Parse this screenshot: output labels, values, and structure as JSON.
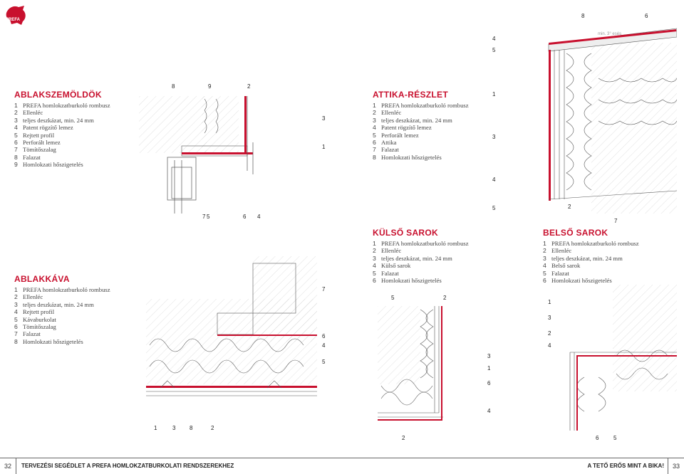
{
  "brand": {
    "logo_text": "PREFA",
    "color": "#c8102e"
  },
  "sections": {
    "ablakszemoldok": {
      "title": "ABLAKSZEMÖLDÖK",
      "items": [
        {
          "n": "1",
          "text": "PREFA homlokzatburkoló rombusz"
        },
        {
          "n": "2",
          "text": "Ellenléc"
        },
        {
          "n": "3",
          "text": "teljes deszkázat, min. 24 mm"
        },
        {
          "n": "4",
          "text": "Patent rögzítő lemez"
        },
        {
          "n": "5",
          "text": "Rejtett profil"
        },
        {
          "n": "6",
          "text": "Perforált lemez"
        },
        {
          "n": "7",
          "text": "Tömítőszalag"
        },
        {
          "n": "8",
          "text": "Falazat"
        },
        {
          "n": "9",
          "text": "Homlokzati hőszigetelés"
        }
      ],
      "callouts": [
        "8",
        "9",
        "2",
        "3",
        "1",
        "7",
        "5",
        "6",
        "4"
      ]
    },
    "attika": {
      "title": "ATTIKA-RÉSZLET",
      "items": [
        {
          "n": "1",
          "text": "PREFA homlokzatburkoló rombusz"
        },
        {
          "n": "2",
          "text": "Ellenléc"
        },
        {
          "n": "3",
          "text": "teljes deszkázat, min. 24 mm"
        },
        {
          "n": "4",
          "text": "Patent rögzítő lemez"
        },
        {
          "n": "5",
          "text": "Perforált lemez"
        },
        {
          "n": "6",
          "text": "Attika"
        },
        {
          "n": "7",
          "text": "Falazat"
        },
        {
          "n": "8",
          "text": "Homlokzati hőszigetelés"
        }
      ],
      "slope_note": "min. 3° esés",
      "callouts": [
        "8",
        "6",
        "4",
        "5",
        "1",
        "3",
        "4",
        "5",
        "2",
        "7"
      ]
    },
    "ablakkava": {
      "title": "ABLAKKÁVA",
      "items": [
        {
          "n": "1",
          "text": "PREFA homlokzatburkoló rombusz"
        },
        {
          "n": "2",
          "text": "Ellenléc"
        },
        {
          "n": "3",
          "text": "teljes deszkázat, min. 24 mm"
        },
        {
          "n": "4",
          "text": "Rejtett profil"
        },
        {
          "n": "5",
          "text": "Kávaburkolat"
        },
        {
          "n": "6",
          "text": "Tömítőszalag"
        },
        {
          "n": "7",
          "text": "Falazat"
        },
        {
          "n": "8",
          "text": "Homlokzati hőszigetelés"
        }
      ],
      "callouts": [
        "7",
        "6",
        "4",
        "5",
        "1",
        "3",
        "8",
        "2"
      ]
    },
    "kulso_sarok": {
      "title": "KÜLSŐ SAROK",
      "items": [
        {
          "n": "1",
          "text": "PREFA homlokzatburkoló rombusz"
        },
        {
          "n": "2",
          "text": "Ellenléc"
        },
        {
          "n": "3",
          "text": "teljes deszkázat, min. 24 mm"
        },
        {
          "n": "4",
          "text": "Külső sarok"
        },
        {
          "n": "5",
          "text": "Falazat"
        },
        {
          "n": "6",
          "text": "Homlokzati hőszigetelés"
        }
      ],
      "callouts": [
        "5",
        "2",
        "3",
        "1",
        "6",
        "4",
        "2"
      ]
    },
    "belso_sarok": {
      "title": "BELSŐ SAROK",
      "items": [
        {
          "n": "1",
          "text": "PREFA homlokzatburkoló rombusz"
        },
        {
          "n": "2",
          "text": "Ellenléc"
        },
        {
          "n": "3",
          "text": "teljes deszkázat, min. 24 mm"
        },
        {
          "n": "4",
          "text": "Belső sarok"
        },
        {
          "n": "5",
          "text": "Falazat"
        },
        {
          "n": "6",
          "text": "Homlokzati hőszigetelés"
        }
      ],
      "callouts": [
        "1",
        "3",
        "2",
        "4",
        "6",
        "5"
      ]
    }
  },
  "footer": {
    "left_page": "32",
    "left_text": "TERVEZÉSI SEGÉDLET A PREFA HOMLOKZATBURKOLATI RENDSZEREKHEZ",
    "right_text": "A TETŐ ERŐS MINT A BIKA!",
    "right_page": "33"
  }
}
